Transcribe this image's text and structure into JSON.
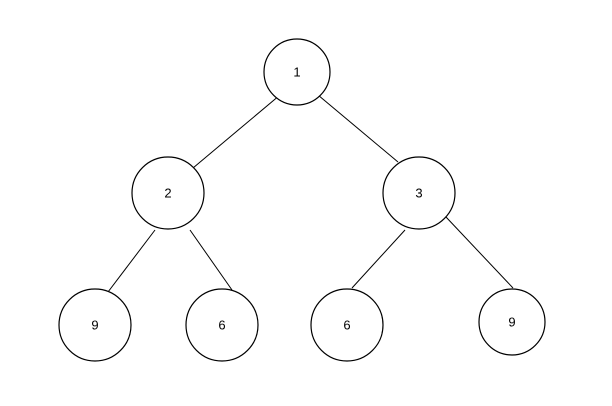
{
  "tree": {
    "nodes": [
      {
        "id": "n1",
        "label": "1"
      },
      {
        "id": "n2",
        "label": "2"
      },
      {
        "id": "n3",
        "label": "3"
      },
      {
        "id": "n4",
        "label": "9"
      },
      {
        "id": "n5",
        "label": "6"
      },
      {
        "id": "n6",
        "label": "6"
      },
      {
        "id": "n7",
        "label": "9"
      }
    ],
    "edges": [
      {
        "from": "n1",
        "to": "n2"
      },
      {
        "from": "n1",
        "to": "n3"
      },
      {
        "from": "n2",
        "to": "n4"
      },
      {
        "from": "n2",
        "to": "n5"
      },
      {
        "from": "n3",
        "to": "n6"
      },
      {
        "from": "n3",
        "to": "n7"
      }
    ]
  }
}
